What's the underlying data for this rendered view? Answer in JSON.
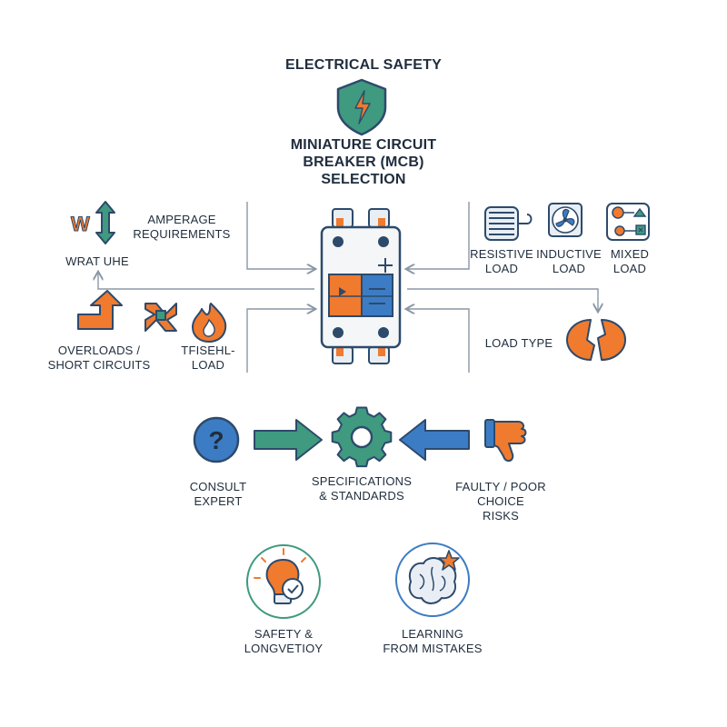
{
  "header": {
    "kicker": "ELECTRICAL SAFETY",
    "title_lines": [
      "MINIATURE CIRCUIT",
      "BREAKER (MCB)",
      "SELECTION"
    ]
  },
  "factors": {
    "amperage": [
      "AMPERAGE",
      "REQUIREMENTS"
    ],
    "wrat": [
      "WRAT UHE"
    ],
    "overloads": [
      "OVERLOADS /",
      "SHORT CIRCUITS"
    ],
    "tfiseh": [
      "TFISEHL-",
      "LOAD"
    ],
    "resistive": [
      "RESISTIVE",
      "LOAD"
    ],
    "inductive": [
      "INDUCTIVE",
      "LOAD"
    ],
    "mixed": [
      "MIXED",
      "LOAD"
    ],
    "load_type": [
      "LOAD TYPE"
    ]
  },
  "process": {
    "consult": [
      "CONSULT",
      "EXPERT"
    ],
    "specs": [
      "SPECIFICATIONS",
      "& STANDARDS"
    ],
    "faulty": [
      "FAULTY / POOR",
      "CHOICE",
      "RISKS"
    ]
  },
  "outcomes": {
    "safety": [
      "SAFETY &",
      "LONGVETIOY"
    ],
    "learning": [
      "LEARNING",
      "FROM MISTAKES"
    ]
  },
  "colors": {
    "navy": "#2d4a6b",
    "teal": "#3f9a7f",
    "orange": "#f07a2e",
    "blue": "#3c7cc4",
    "light_blue": "#e8eef4"
  }
}
